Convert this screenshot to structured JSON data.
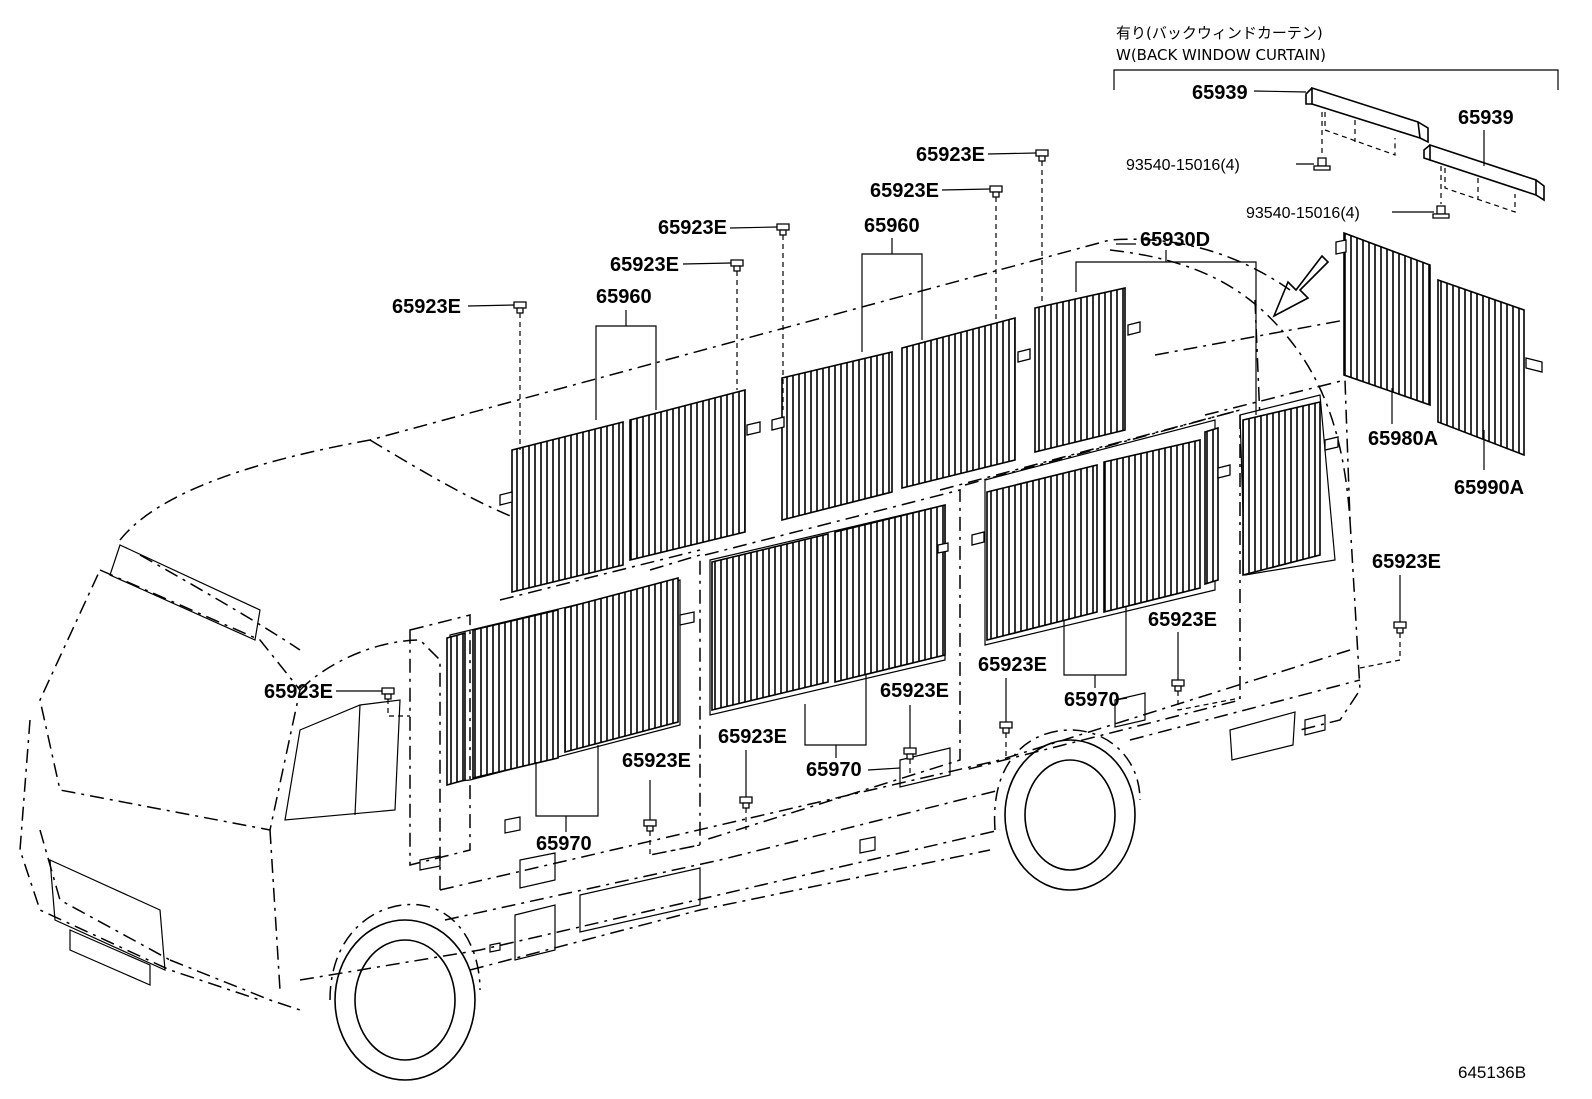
{
  "header": {
    "line1": "有り(バックウィンドカーテン)",
    "line2": "W(BACK  WINDOW  CURTAIN)"
  },
  "labels": {
    "p65939_a": "65939",
    "p65939_b": "65939",
    "p93540_a": "93540-15016(4)",
    "p93540_b": "93540-15016(4)",
    "p65930d": "65930D",
    "p65980a": "65980A",
    "p65990a": "65990A",
    "p65960_a": "65960",
    "p65960_b": "65960",
    "p65970_a": "65970",
    "p65970_b": "65970",
    "p65970_c": "65970",
    "clip_1": "65923E",
    "clip_2": "65923E",
    "clip_3": "65923E",
    "clip_4": "65923E",
    "clip_5": "65923E",
    "clip_6": "65923E",
    "clip_7": "65923E",
    "clip_8": "65923E",
    "clip_9": "65923E",
    "clip_10": "65923E",
    "clip_11": "65923E",
    "clip_12": "65923E"
  },
  "reference": "645136B"
}
